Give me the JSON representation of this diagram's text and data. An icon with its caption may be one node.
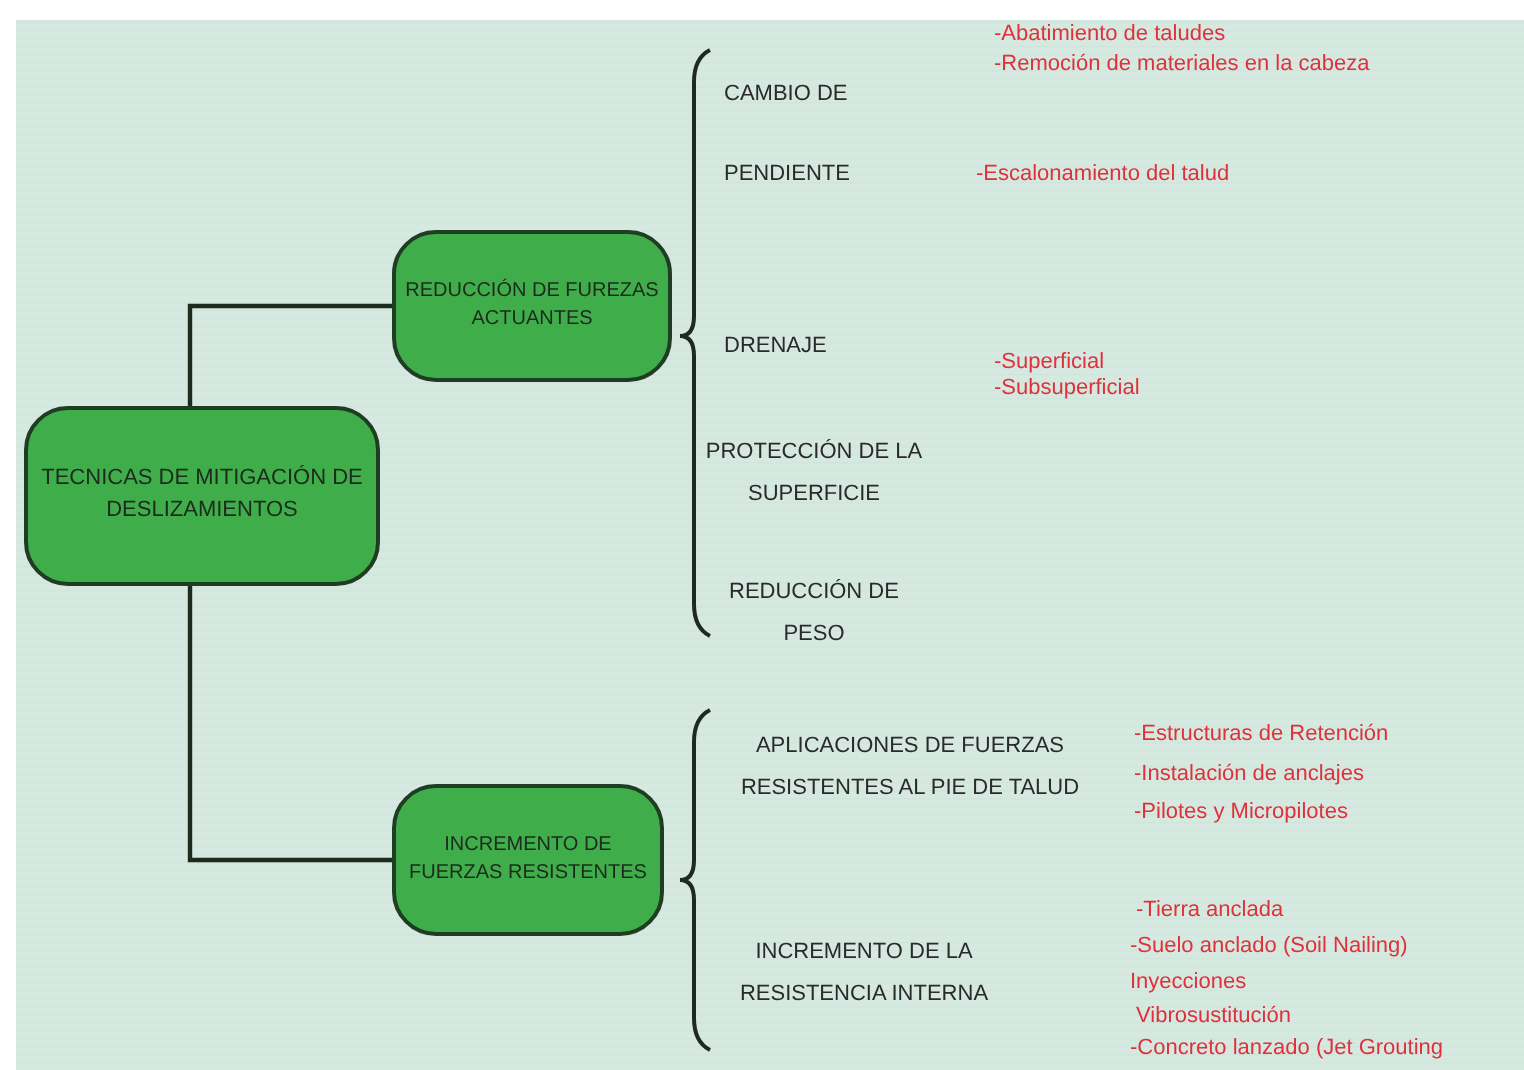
{
  "diagram": {
    "nodes": [
      {
        "text": [
          "TECNICAS DE MITIGACIÓN DE DESLIZAMIENTOS"
        ]
      },
      {
        "text": [
          "REDUCCIÓN DE FUREZAS ACTUANTES"
        ]
      },
      {
        "text": [
          "INCREMENTO DE FUERZAS RESISTENTES"
        ]
      }
    ],
    "edges": [
      {
        "from": 0,
        "to": 1,
        "arrow": "none"
      },
      {
        "from": 0,
        "to": 2,
        "arrow": "none"
      }
    ],
    "labels": [
      "-Abatimiento de taludes",
      "CAMBIO DE",
      "-Remoción de materiales en la cabeza",
      "PENDIENTE",
      "-Escalonamiento del talud",
      "DRENAJE",
      "-Superficial",
      "-Subsuperficial",
      "PROTECCIÓN DE LA SUPERFICIE",
      "REDUCCIÓN DE PESO",
      "APLICACIONES DE FUERZAS RESISTENTES AL PIE DE TALUD",
      "-Estructuras de Retención",
      "-Instalación de anclajes",
      "-Pilotes y Micropilotes",
      "-Tierra anclada",
      "-Suelo anclado (Soil Nailing)",
      "INCREMENTO DE LA RESISTENCIA INTERNA",
      "Inyecciones",
      "Vibrosustitución",
      "-Concreto lanzado (Jet Grouting"
    ]
  }
}
